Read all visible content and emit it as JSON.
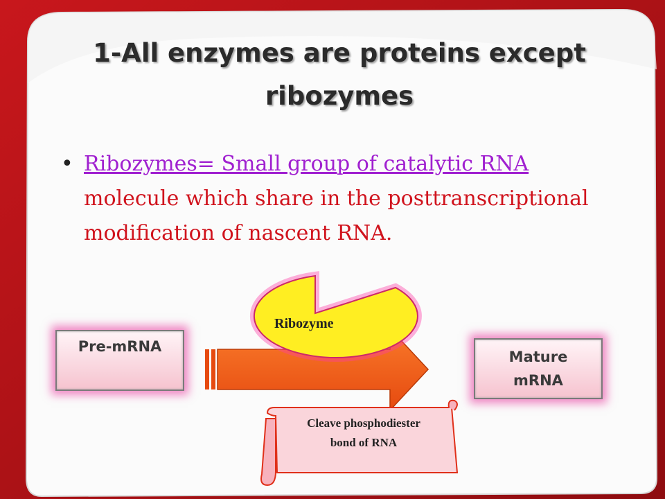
{
  "slide": {
    "title_line1": "1-All enzymes are proteins except",
    "title_line2": "ribozymes",
    "bullet": {
      "marker": "•",
      "link_text": "Ribozymes= Small group of catalytic RNA",
      "rest_text": "molecule which share in the posttranscriptional modification of nascent RNA."
    },
    "diagram": {
      "pre_label": "Pre-mRNA",
      "mature_label_line1": "Mature",
      "mature_label_line2": "mRNA",
      "ribozyme_label": "Ribozyme",
      "scroll_line1": "Cleave phosphodiester",
      "scroll_line2": "bond of RNA"
    }
  },
  "colors": {
    "background_red": "#b51217",
    "bullet_text": "#d0131d",
    "link_purple": "#a020d0",
    "arrow_orange": "#f05a14",
    "ribozyme_yellow": "#ffee22"
  }
}
